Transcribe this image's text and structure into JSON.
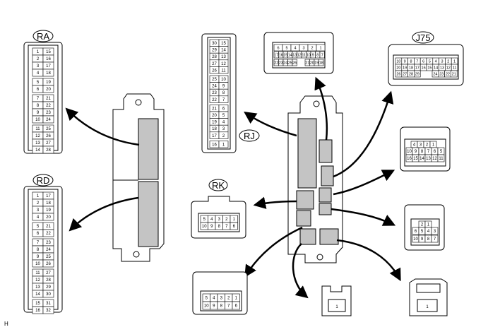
{
  "diagram": {
    "figure_code": "H",
    "connectors": {
      "RA": {
        "label": "RA",
        "left_col": [
          "1",
          "2",
          "3",
          "4",
          "5",
          "6",
          "7",
          "8",
          "9",
          "10",
          "11",
          "12",
          "13",
          "14"
        ],
        "right_col": [
          "15",
          "16",
          "17",
          "18",
          "19",
          "20",
          "21",
          "22",
          "23",
          "24",
          "25",
          "26",
          "27",
          "28"
        ]
      },
      "RD": {
        "label": "RD",
        "left_col": [
          "1",
          "2",
          "3",
          "4",
          "5",
          "6",
          "7",
          "8",
          "9",
          "10",
          "11",
          "12",
          "13",
          "14",
          "15",
          "16"
        ],
        "right_col": [
          "17",
          "18",
          "19",
          "20",
          "21",
          "22",
          "23",
          "24",
          "25",
          "26",
          "27",
          "28",
          "29",
          "30",
          "31",
          "32"
        ]
      },
      "RJ": {
        "label": "RJ",
        "left_col": [
          "30",
          "29",
          "28",
          "27",
          "26",
          "25",
          "24",
          "23",
          "22",
          "21",
          "20",
          "19",
          "18",
          "17",
          "16"
        ],
        "right_col": [
          "15",
          "14",
          "13",
          "12",
          "11",
          "10",
          "9",
          "8",
          "7",
          "6",
          "5",
          "4",
          "3",
          "2",
          "1"
        ]
      },
      "RK": {
        "label": "RK",
        "top_row": [
          "5",
          "4",
          "3",
          "2",
          "1"
        ],
        "bottom_row": [
          "10",
          "9",
          "8",
          "7",
          "6"
        ]
      },
      "J75": {
        "label": "J75",
        "top_row": [
          "10",
          "9",
          "8",
          "7",
          "6",
          "5",
          "4",
          "3",
          "2",
          "1"
        ],
        "bottom_row": [
          "20",
          "19",
          "18",
          "17",
          "16",
          "15",
          "14",
          "13",
          "12",
          "11"
        ],
        "third_row": [
          "26",
          "27",
          "28",
          "29",
          "24",
          "23",
          "22",
          "21"
        ]
      },
      "top_center": {
        "top_row": [
          "6",
          "5",
          "4",
          "3",
          "2",
          "1"
        ],
        "bottom_row": [
          "17",
          "16",
          "15",
          "14",
          "13",
          "12",
          "11",
          "10",
          "9",
          "8",
          "7"
        ],
        "third_row": [
          "22",
          "23",
          "24",
          "25",
          "26",
          "21",
          "20",
          "19",
          "18"
        ]
      },
      "right_mid": {
        "top_row": [
          "4",
          "3",
          "2",
          "1"
        ],
        "mid_row": [
          "10",
          "9",
          "8",
          "7",
          "6",
          "5"
        ],
        "bottom_row": [
          "16",
          "15",
          "14",
          "13",
          "12",
          "11"
        ]
      },
      "right_lower": {
        "top_row": [
          "2",
          "1"
        ],
        "mid_row": [
          "6",
          "5",
          "4",
          "3"
        ],
        "bottom_row": [
          "10",
          "9",
          "8",
          "7"
        ]
      },
      "bottom_left": {
        "top_row": [
          "5",
          "4",
          "3",
          "2",
          "1"
        ],
        "bottom_row": [
          "10",
          "9",
          "8",
          "7",
          "6"
        ]
      },
      "single_a": {
        "pin": "1"
      },
      "single_b": {
        "pin": "1"
      }
    }
  }
}
